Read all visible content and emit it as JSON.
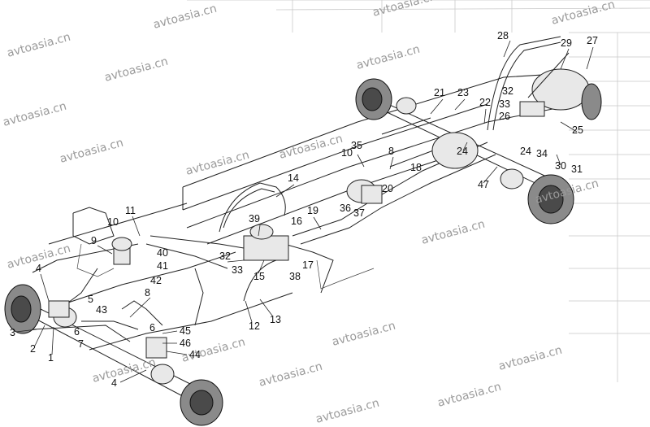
{
  "watermark_text": "avtoasia.cn",
  "callouts": [
    {
      "id": "c28",
      "text": "28"
    },
    {
      "id": "c29",
      "text": "29"
    },
    {
      "id": "c27",
      "text": "27"
    },
    {
      "id": "c21",
      "text": "21"
    },
    {
      "id": "c23",
      "text": "23"
    },
    {
      "id": "c22",
      "text": "22"
    },
    {
      "id": "c32a",
      "text": "32"
    },
    {
      "id": "c33a",
      "text": "33"
    },
    {
      "id": "c26",
      "text": "26"
    },
    {
      "id": "c25",
      "text": "25"
    },
    {
      "id": "c24a",
      "text": "24"
    },
    {
      "id": "c24b",
      "text": "24"
    },
    {
      "id": "c34",
      "text": "34"
    },
    {
      "id": "c30",
      "text": "30"
    },
    {
      "id": "c31",
      "text": "31"
    },
    {
      "id": "c47",
      "text": "47"
    },
    {
      "id": "c10a",
      "text": "10"
    },
    {
      "id": "c35",
      "text": "35"
    },
    {
      "id": "c8a",
      "text": "8"
    },
    {
      "id": "c18",
      "text": "18"
    },
    {
      "id": "c20",
      "text": "20"
    },
    {
      "id": "c14",
      "text": "14"
    },
    {
      "id": "c19",
      "text": "19"
    },
    {
      "id": "c36",
      "text": "36"
    },
    {
      "id": "c37",
      "text": "37"
    },
    {
      "id": "c39",
      "text": "39"
    },
    {
      "id": "c16",
      "text": "16"
    },
    {
      "id": "c32b",
      "text": "32"
    },
    {
      "id": "c33b",
      "text": "33"
    },
    {
      "id": "c15",
      "text": "15"
    },
    {
      "id": "c17",
      "text": "17"
    },
    {
      "id": "c38",
      "text": "38"
    },
    {
      "id": "c12",
      "text": "12"
    },
    {
      "id": "c13",
      "text": "13"
    },
    {
      "id": "c11",
      "text": "11"
    },
    {
      "id": "c10b",
      "text": "10"
    },
    {
      "id": "c9",
      "text": "9"
    },
    {
      "id": "c40",
      "text": "40"
    },
    {
      "id": "c41",
      "text": "41"
    },
    {
      "id": "c42",
      "text": "42"
    },
    {
      "id": "c4a",
      "text": "4"
    },
    {
      "id": "c5",
      "text": "5"
    },
    {
      "id": "c8b",
      "text": "8"
    },
    {
      "id": "c43",
      "text": "43"
    },
    {
      "id": "c3",
      "text": "3"
    },
    {
      "id": "c6a",
      "text": "6"
    },
    {
      "id": "c7",
      "text": "7"
    },
    {
      "id": "c2",
      "text": "2"
    },
    {
      "id": "c1",
      "text": "1"
    },
    {
      "id": "c6b",
      "text": "6"
    },
    {
      "id": "c45",
      "text": "45"
    },
    {
      "id": "c46",
      "text": "46"
    },
    {
      "id": "c44",
      "text": "44"
    },
    {
      "id": "c4b",
      "text": "4"
    }
  ]
}
